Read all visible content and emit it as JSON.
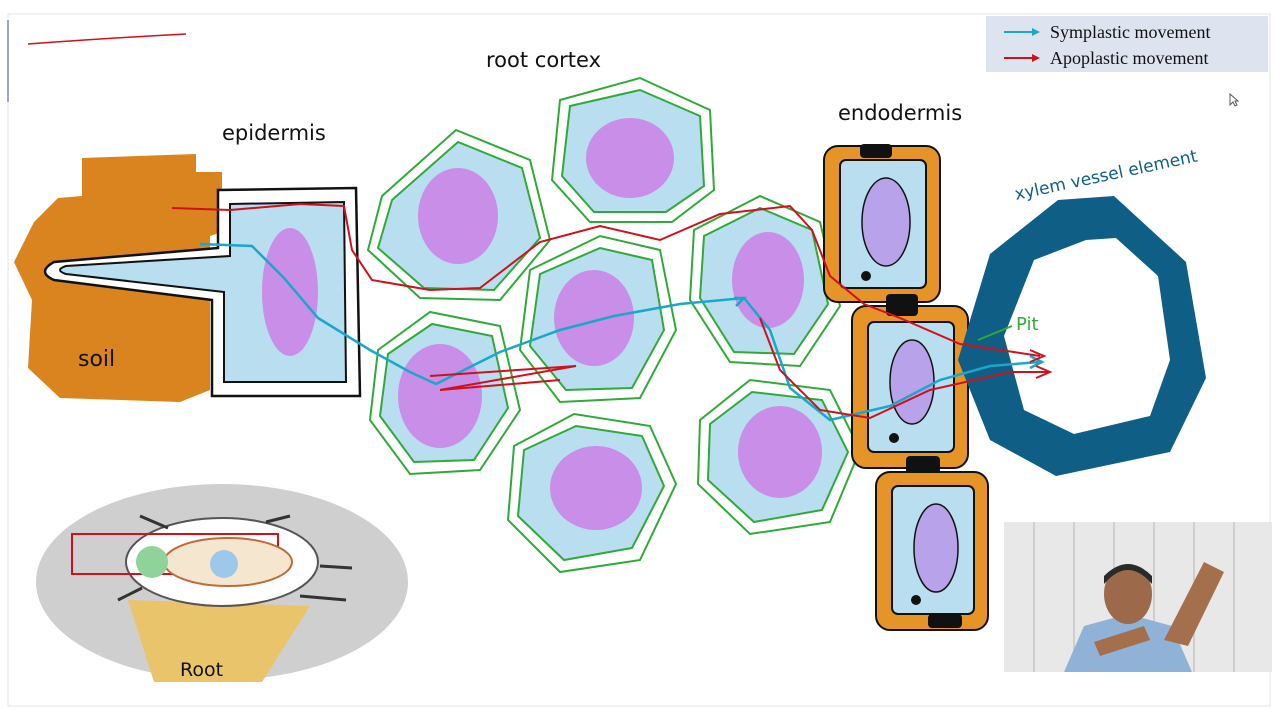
{
  "labels": {
    "root_cortex": "root cortex",
    "epidermis": "epidermis",
    "endodermis": "endodermis",
    "xylem": "xylem vessel element",
    "pit": "Pit",
    "soil": "soil",
    "root": "Root"
  },
  "legend": [
    {
      "label": "Symplastic movement",
      "color": "#1aa7c9"
    },
    {
      "label": "Apoplastic movement",
      "color": "#d0101c"
    }
  ],
  "colors": {
    "soil": "#d9841f",
    "cytoplasm": "#b8def0",
    "vacuole": "#c98ee8",
    "cell_wall": "#2faa3a",
    "endodermis_wall": "#e59427",
    "xylem": "#0f5e85",
    "symplastic": "#1aa7c9",
    "apoplastic": "#d0101c"
  },
  "icons": {
    "cursor": "mouse-pointer-icon",
    "presenter": "presenter-webcam"
  }
}
